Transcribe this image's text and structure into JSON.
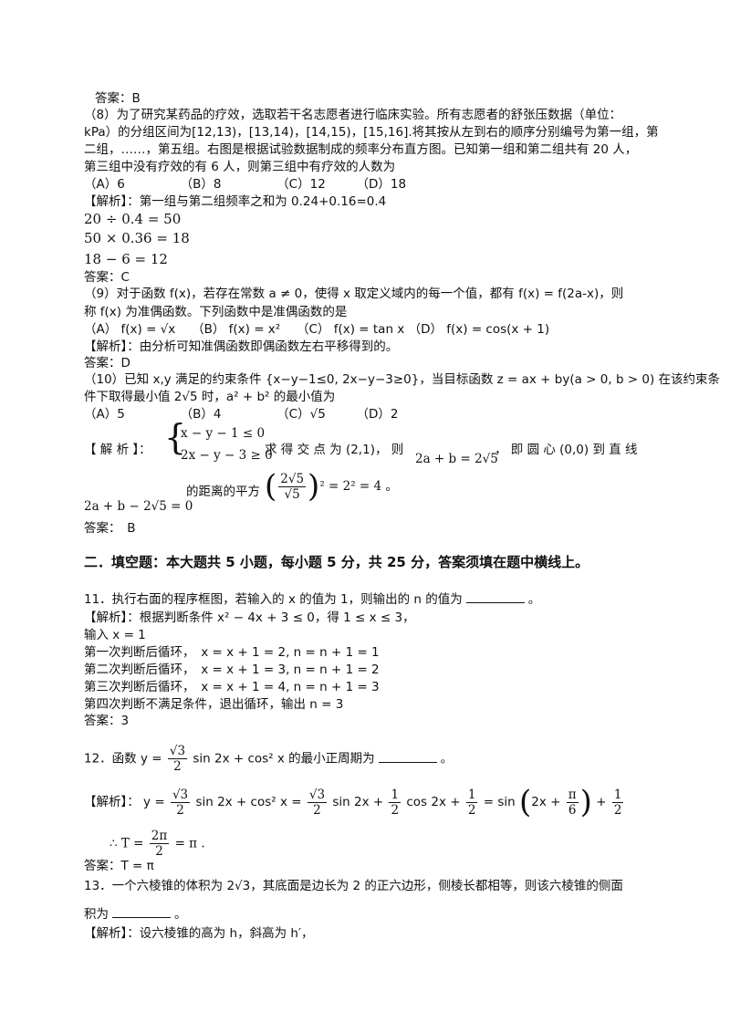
{
  "doc": {
    "ans7": "答案：B",
    "q8": {
      "l1": "（8）为了研究某药品的疗效，选取若干名志愿者进行临床实验。所有志愿者的舒张压数据（单位：",
      "l2": "kPa）的分组区间为[12,13)，[13,14)，[14,15)，[15,16].将其按从左到右的顺序分别编号为第一组，第",
      "l3": "二组，……，第五组。右图是根据试验数据制成的频率分布直方图。已知第一组和第二组共有 20 人，",
      "l4": "第三组中没有疗效的有 6 人，则第三组中有疗效的人数为",
      "options": "（A）6　　　　　（B）8　　　　　（C）12　　　（D）18",
      "analysis": "【解析】：第一组与第二组频率之和为 0.24+0.16=0.4",
      "m1": "20 ÷ 0.4 = 50",
      "m2": "50 × 0.36 = 18",
      "m3": "18 − 6 = 12",
      "answer": "答案：C"
    },
    "q9": {
      "l1": "（9）对于函数 f(x)，若存在常数 a ≠ 0，使得 x 取定义域内的每一个值，都有 f(x) = f(2a-x)，则",
      "l2": "称 f(x) 为准偶函数。下列函数中是准偶函数的是",
      "options": "（A） f(x) = √x　 （B） f(x) = x²　 （C） f(x) = tan x （D） f(x) = cos(x + 1)",
      "analysis": "【解析】：由分析可知准偶函数即偶函数左右平移得到的。",
      "answer": "答案：D"
    },
    "q10": {
      "l1": "（10）已知 x,y 满足的约束条件 {x−y−1≤0, 2x−y−3≥0}，当目标函数 z = ax + by(a > 0, b > 0) 在该约束条",
      "l2": "件下取得最小值 2√5 时，a² + b² 的最小值为",
      "options": "（A）5　　　　　（B）4　　　　　（C）√5　　　（D）2",
      "analysis_label": "【 解 析 】：",
      "sys1": "x − y − 1 ≤ 0",
      "sys2": "2x − y − 3 ≥ 0",
      "mid": "求 得 交 点 为  (2,1)，  则",
      "cond": "2a + b = 2√5",
      "tail": "，  即 圆 心  (0,0)  到 直 线",
      "line2a": "2a + b − 2√5 = 0",
      "line2b": "的距离的平方",
      "frac_top": "2√5",
      "frac_bot": "√5",
      "line2c": "² = 2² = 4 。",
      "answer": "答案：　B"
    },
    "section2": "二．填空题：本大题共 5 小题，每小题 5 分，共 25 分，答案须填在题中横线上。",
    "q11": {
      "l1a": "11．执行右面的程序框图，若输入的 x 的值为 1，则输出的 n 的值为",
      "l1b": "。",
      "analysis": "【解析】：根据判断条件 x² − 4x + 3 ≤ 0，得 1 ≤ x ≤ 3，",
      "input": "输入 x = 1",
      "s1": "第一次判断后循环，　x = x + 1 = 2, n = n + 1 = 1",
      "s2": "第二次判断后循环，　x = x + 1 = 3, n = n + 1 = 2",
      "s3": "第三次判断后循环，　x = x + 1 = 4, n = n + 1 = 3",
      "s4": "第四次判断不满足条件，退出循环，输出 n = 3",
      "answer": "答案：3"
    },
    "q12": {
      "l1a": "12．函数 y =",
      "l1b": "sin 2x + cos² x 的最小正周期为",
      "l1c": "。",
      "analysis_a": "【解析】：  y =",
      "analysis_b": "sin 2x + cos² x =",
      "analysis_c": "sin 2x +",
      "analysis_d": "cos 2x +",
      "analysis_e": "= sin",
      "analysis_f": "2x +",
      "analysis_g": "+",
      "therefore_a": "∴ T =",
      "therefore_b": "= π .",
      "answer": "答案：T = π",
      "sqrt3": "√3",
      "two": "2",
      "one": "1",
      "pi": "π",
      "six": "6",
      "twopi": "2π"
    },
    "q13": {
      "l1": "13．一个六棱锥的体积为 2√3，其底面是边长为 2 的正六边形，侧棱长都相等，则该六棱锥的侧面",
      "l2a": "积为",
      "l2b": "。",
      "analysis": "【解析】：设六棱锥的高为 h，斜高为 h′，"
    }
  }
}
